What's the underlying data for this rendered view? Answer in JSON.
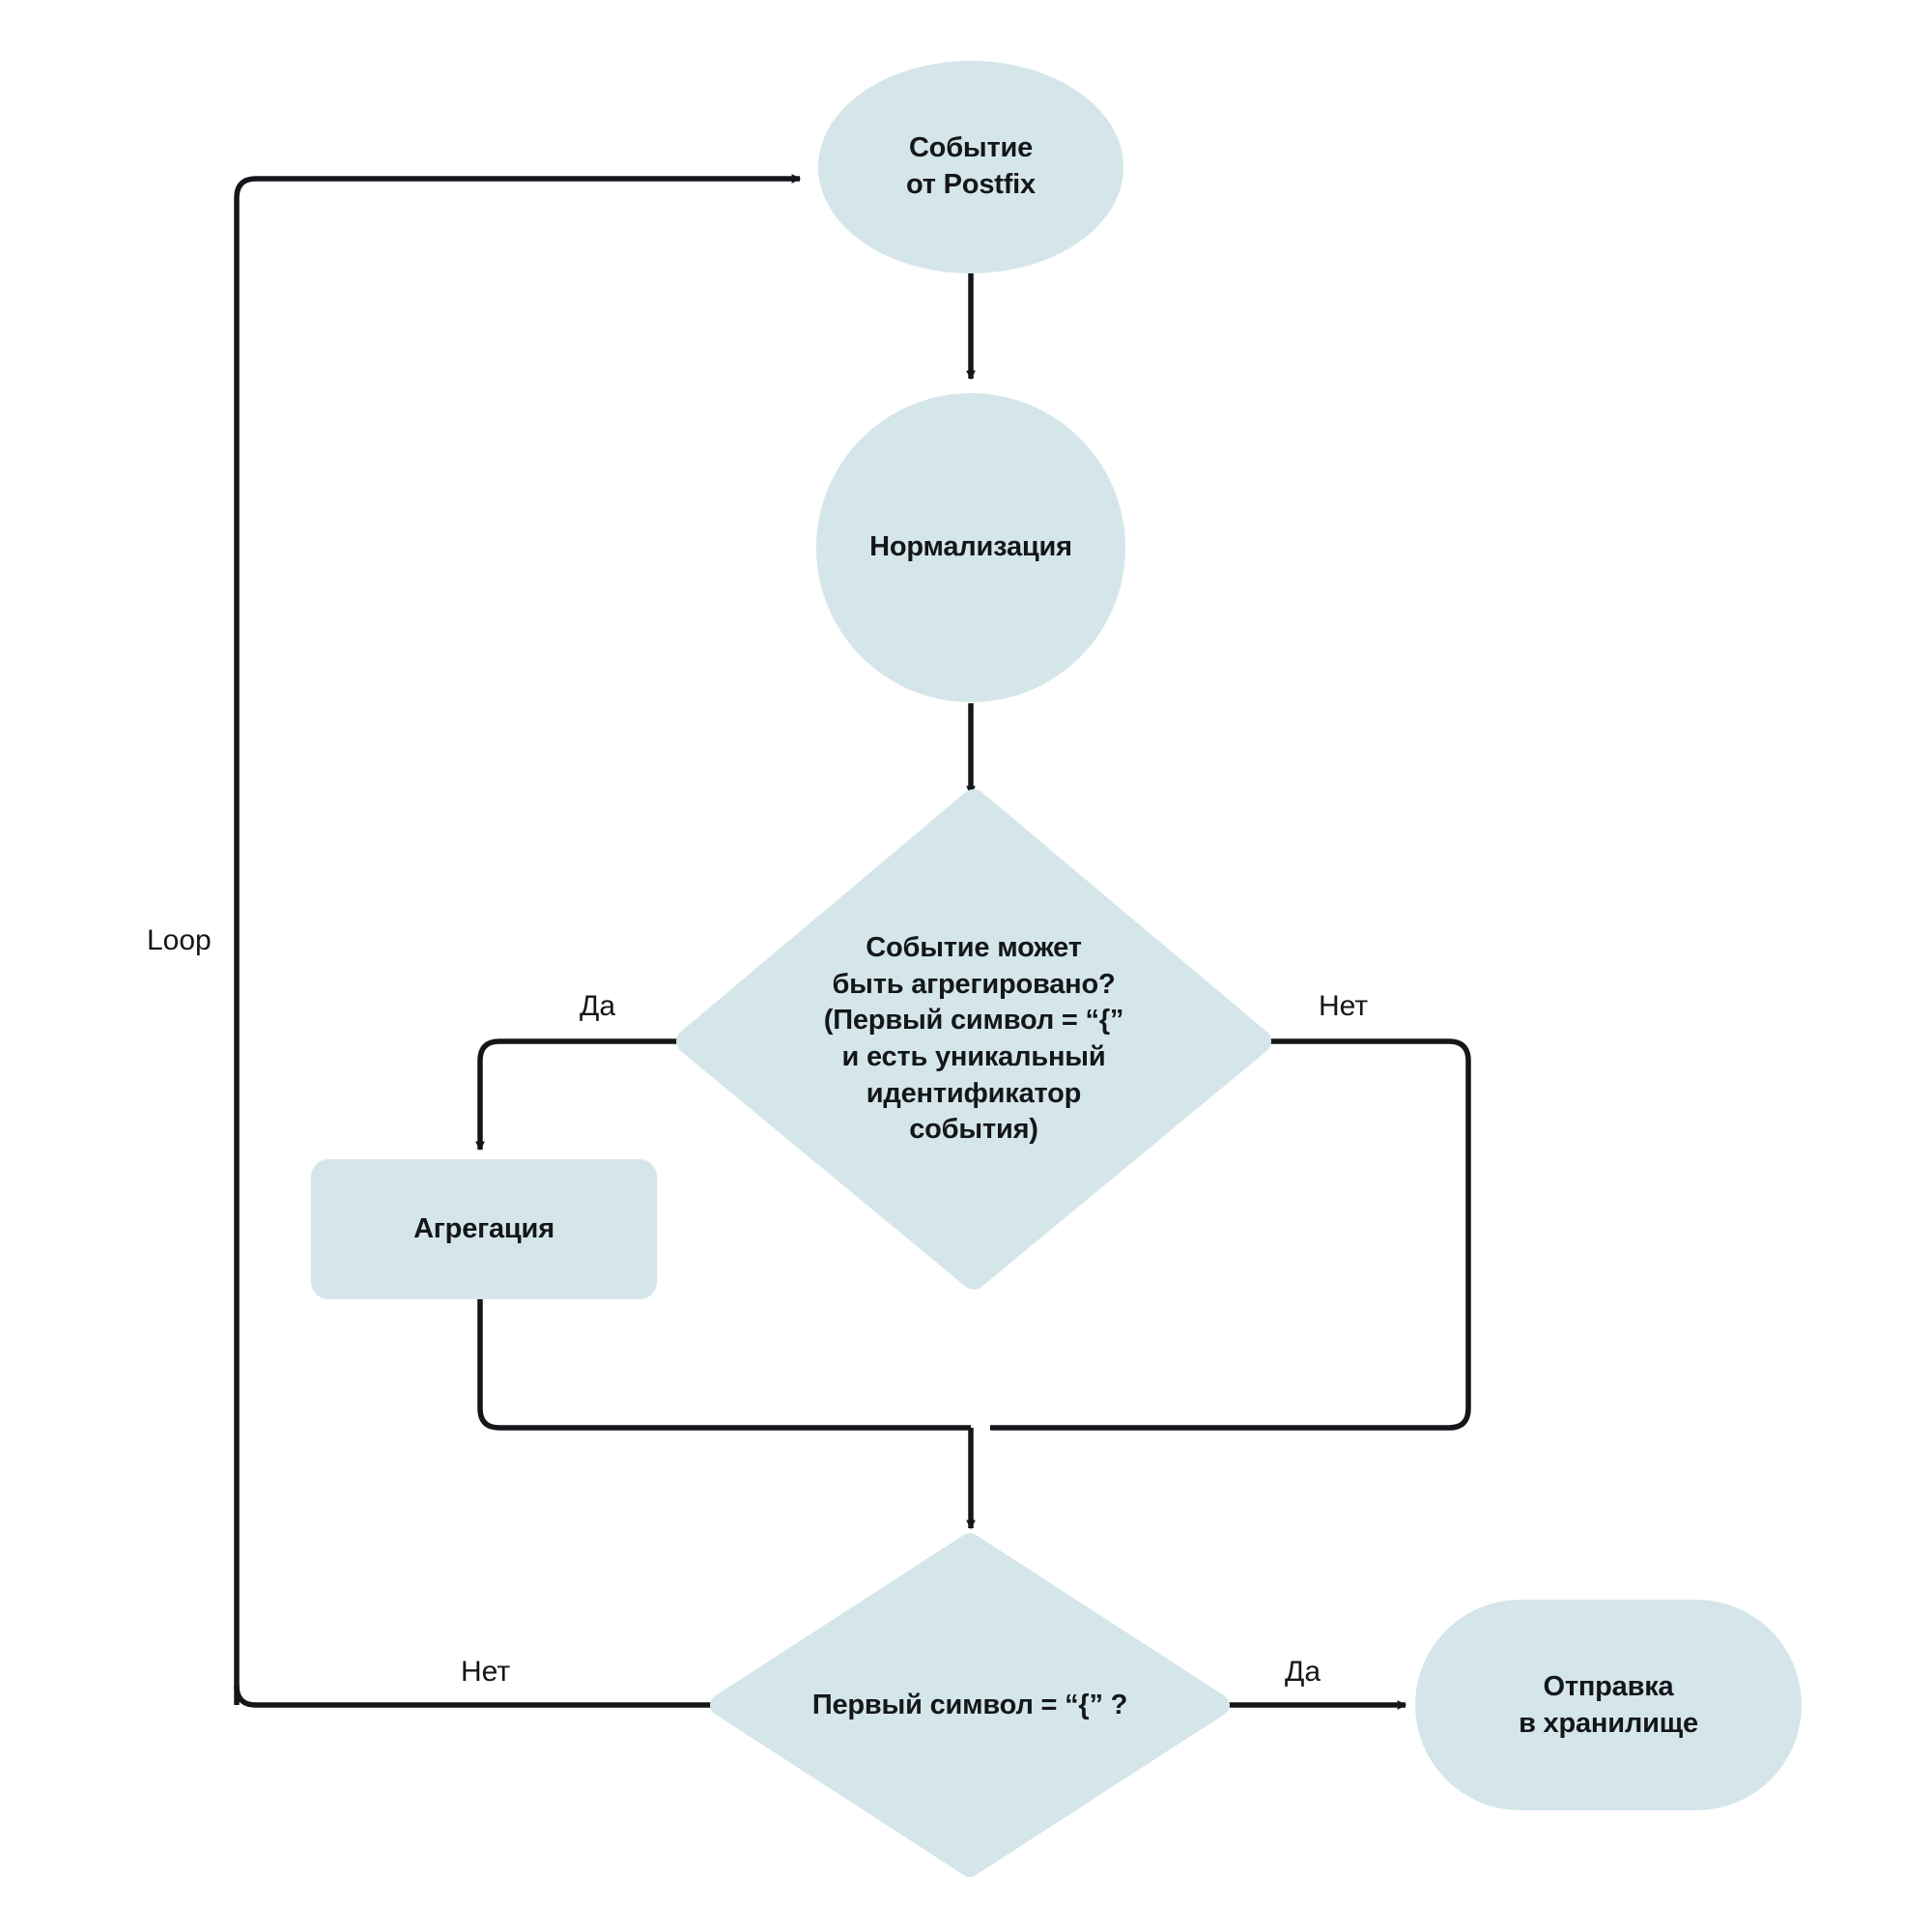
{
  "diagram": {
    "title": "Postfix event processing flowchart",
    "background_color": "#ffffff",
    "shape_fill_color": "#d4e6e9",
    "line_color": "#14161a",
    "text_color": "#14161a"
  },
  "nodes": [
    {
      "id": "start-event",
      "shape": "ellipse",
      "label": "Событие\nот Postfix",
      "font_size": 29
    },
    {
      "id": "normalization",
      "shape": "circle",
      "label": "Нормализация",
      "font_size": 29
    },
    {
      "id": "can-aggregate-decision",
      "shape": "diamond",
      "label": "Событие может\nбыть агрегировано?\n(Первый символ  = “{”\nи есть уникальный\nидентификатор\nсобытия)",
      "font_size": 29
    },
    {
      "id": "aggregation",
      "shape": "rounded-rect",
      "label": "Агрегация",
      "font_size": 29
    },
    {
      "id": "first-char-decision",
      "shape": "diamond",
      "label": "Первый символ  = “{” ?",
      "font_size": 29
    },
    {
      "id": "send-to-storage",
      "shape": "stadium",
      "label": "Отправка\nв хранилище",
      "font_size": 29
    }
  ],
  "edge_labels": {
    "loop": "Loop",
    "aggregate_yes": "Да",
    "aggregate_no": "Нет",
    "firstchar_no": "Нет",
    "firstchar_yes": "Да"
  }
}
